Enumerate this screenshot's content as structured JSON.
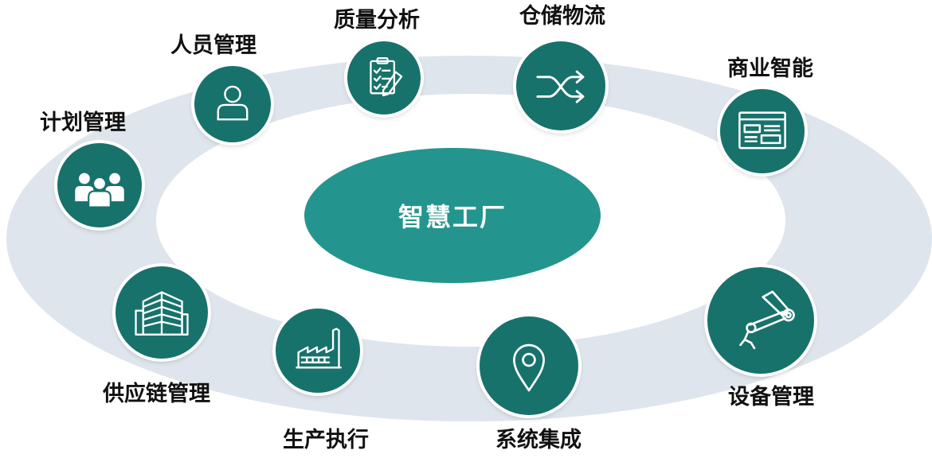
{
  "center": {
    "label": "智慧工厂"
  },
  "modules": [
    {
      "label": "人员管理",
      "icon": "person-icon"
    },
    {
      "label": "质量分析",
      "icon": "clipboard-checklist-icon"
    },
    {
      "label": "仓储物流",
      "icon": "shuffle-arrows-icon"
    },
    {
      "label": "商业智能",
      "icon": "dashboard-window-icon"
    },
    {
      "label": "计划管理",
      "icon": "team-group-icon"
    },
    {
      "label": "供应链管理",
      "icon": "buildings-icon"
    },
    {
      "label": "生产执行",
      "icon": "factory-icon"
    },
    {
      "label": "系统集成",
      "icon": "location-pin-icon"
    },
    {
      "label": "设备管理",
      "icon": "robot-arm-icon"
    }
  ],
  "colors": {
    "ring": "#dfe5ec",
    "center_fill": "#23958e",
    "node_fill": "#17726b",
    "text": "#111111"
  }
}
